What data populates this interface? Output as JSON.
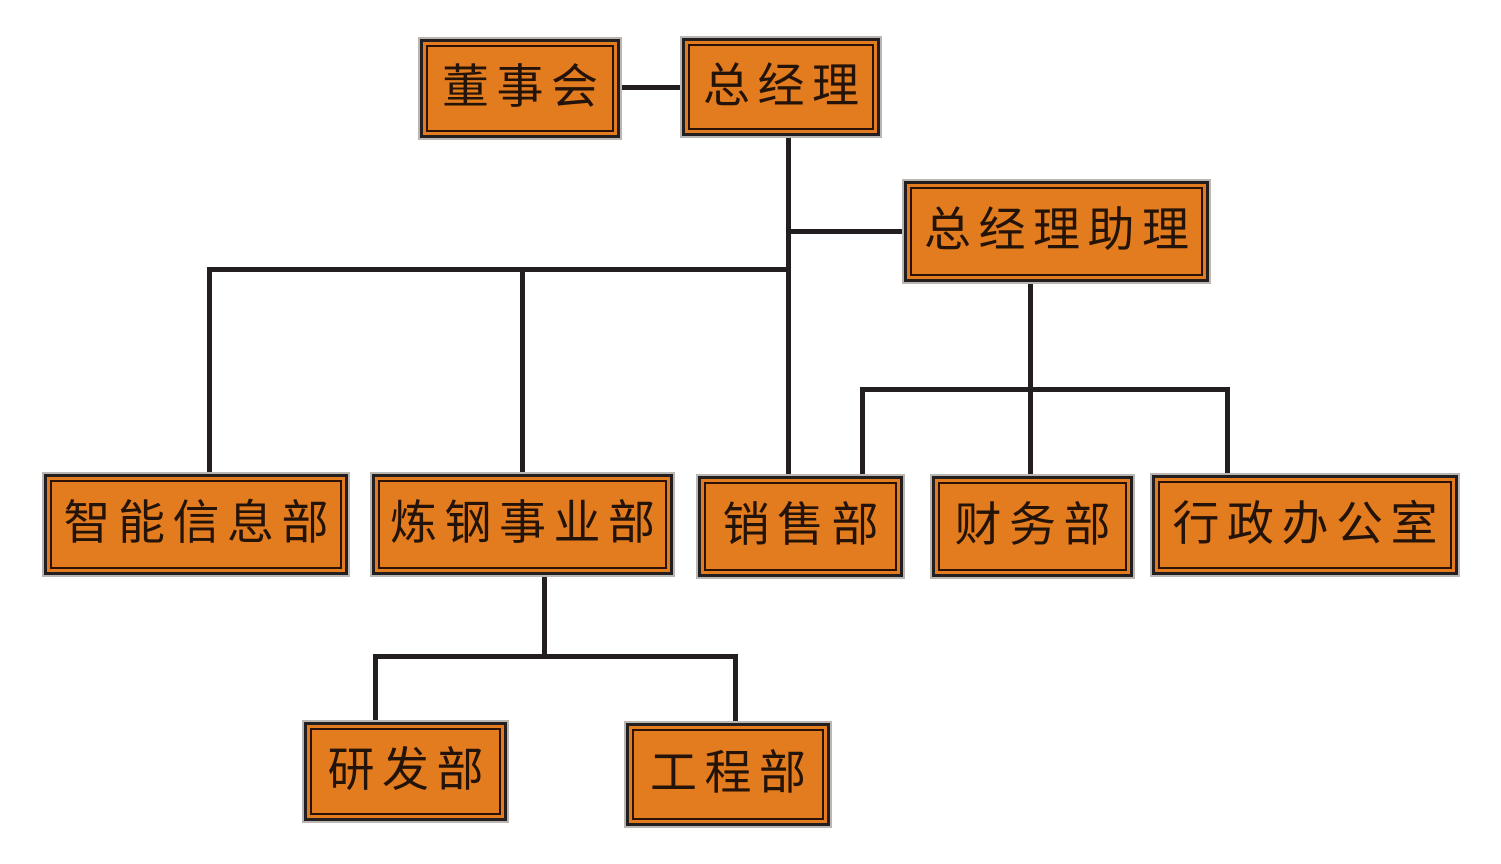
{
  "diagram": {
    "type": "org-chart",
    "background": "#ffffff",
    "colors": {
      "node_fill": "#E27C1E",
      "node_outer_border": "#231f20",
      "node_inner_border": "#2a1208",
      "connector": "#231f20",
      "text": "#241309",
      "halo": "#bab6b2"
    },
    "nodes": {
      "board": {
        "label": "董事会"
      },
      "gm": {
        "label": "总经理"
      },
      "gma": {
        "label": "总经理助理"
      },
      "iid": {
        "label": "智能信息部"
      },
      "steel": {
        "label": "炼钢事业部"
      },
      "sales": {
        "label": "销售部"
      },
      "finance": {
        "label": "财务部"
      },
      "admin": {
        "label": "行政办公室"
      },
      "rnd": {
        "label": "研发部"
      },
      "eng": {
        "label": "工程部"
      }
    },
    "edges": [
      {
        "from": "董事会",
        "to": "总经理",
        "style": "lateral"
      },
      {
        "from": "总经理",
        "to": "总经理助理",
        "style": "lateral"
      },
      {
        "from": "总经理",
        "to": "智能信息部"
      },
      {
        "from": "总经理",
        "to": "炼钢事业部"
      },
      {
        "from": "总经理",
        "to": "销售部"
      },
      {
        "from": "总经理助理",
        "to": "销售部"
      },
      {
        "from": "总经理助理",
        "to": "财务部"
      },
      {
        "from": "总经理助理",
        "to": "行政办公室"
      },
      {
        "from": "炼钢事业部",
        "to": "研发部"
      },
      {
        "from": "炼钢事业部",
        "to": "工程部"
      }
    ]
  }
}
